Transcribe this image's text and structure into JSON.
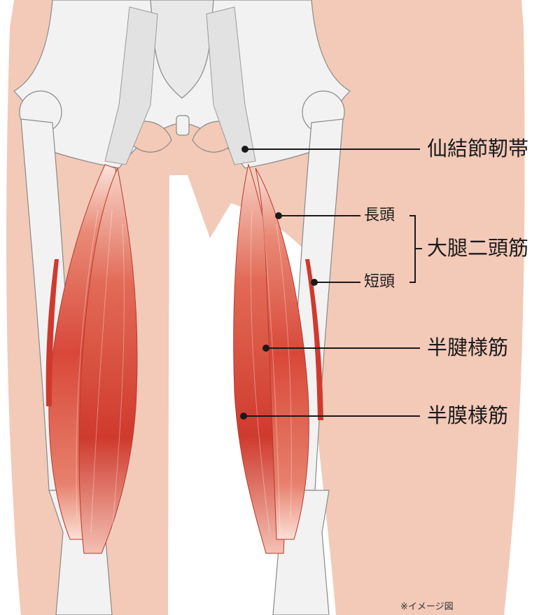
{
  "labels": {
    "sacrotuberous_ligament": "仙結節靭帯",
    "long_head": "長頭",
    "short_head": "短頭",
    "biceps_femoris": "大腿二頭筋",
    "semitendinosus": "半腱様筋",
    "semimembranosus": "半膜様筋"
  },
  "note": "※イメージ図",
  "colors": {
    "skin": "#f3c9b8",
    "bone": "#f2f2f2",
    "bone_outline": "#8a8a8a",
    "muscle_dark": "#c8372c",
    "muscle_mid": "#e06a55",
    "muscle_light": "#f4b8a8",
    "leader_line": "#1a1a1a"
  }
}
